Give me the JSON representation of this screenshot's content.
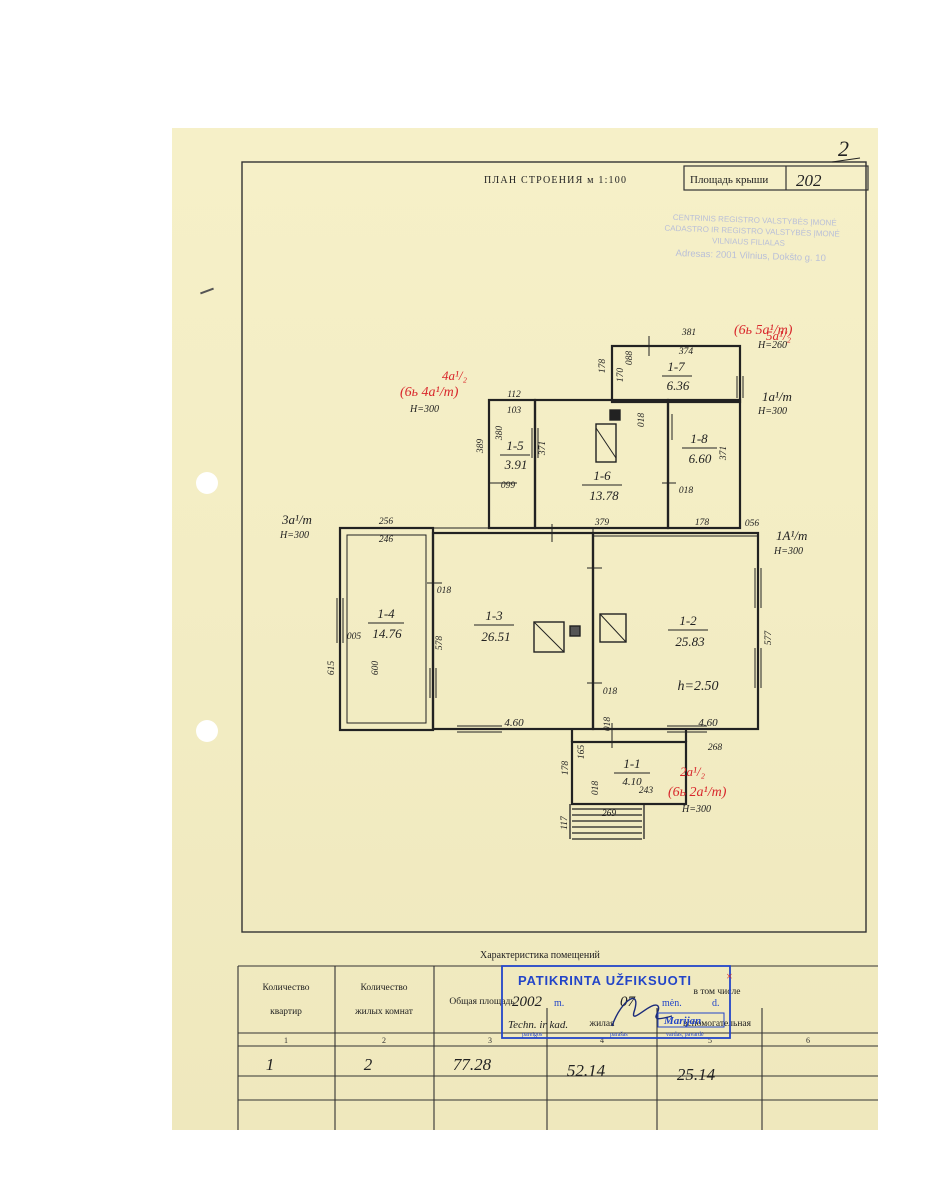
{
  "header": {
    "page_number": "2",
    "title": "ПЛАН СТРОЕНИЯ м 1:100",
    "roof_label": "Площадь крыши",
    "roof_value": "202"
  },
  "registry_stamp": {
    "line1": "CENTRINIS REGISTRO VALSTYBĖS ĮMONĖ",
    "line2": "CADASTRO IR REGISTRO VALSTYBĖS ĮMONĖ",
    "line3": "VILNIAUS FILIALAS",
    "line4": "Adresas: 2001 Vilnius, Dokšto g. 10"
  },
  "rooms": [
    {
      "id": "1-1",
      "area": "4.10"
    },
    {
      "id": "1-2",
      "area": "25.83"
    },
    {
      "id": "1-3",
      "area": "26.51"
    },
    {
      "id": "1-4",
      "area": "14.76"
    },
    {
      "id": "1-5",
      "area": "3.91"
    },
    {
      "id": "1-6",
      "area": "13.78"
    },
    {
      "id": "1-7",
      "area": "6.36"
    },
    {
      "id": "1-8",
      "area": "6.60"
    }
  ],
  "dimensions": {
    "d381": "381",
    "d374": "374",
    "d178a": "178",
    "d170": "170",
    "d088": "088",
    "d112": "112",
    "d103": "103",
    "d389": "389",
    "d380": "380",
    "d371a": "371",
    "d371b": "371",
    "d099": "099",
    "d018a": "018",
    "d018b": "018",
    "d379": "379",
    "d178b": "178",
    "d056": "056",
    "d256": "256",
    "d246": "246",
    "d018c": "018",
    "d615": "615",
    "d600": "600",
    "d005": "005",
    "d578": "578",
    "d577": "577",
    "d460a": "4.60",
    "d460b": "4.60",
    "d018d": "018",
    "d018e": "018",
    "d268": "268",
    "d178c": "178",
    "d165": "165",
    "d018f": "018",
    "d243": "243",
    "d269": "269",
    "d117": "117",
    "height": "h=2.50"
  },
  "annotations": [
    {
      "text": "5a¹/₂",
      "color": "red"
    },
    {
      "text": "(6ь 5a¹/m)",
      "color": "red"
    },
    {
      "text": "H=260",
      "color": "black"
    },
    {
      "text": "4a¹/₂",
      "color": "red"
    },
    {
      "text": "(6ь 4a¹/m)",
      "color": "red"
    },
    {
      "text": "H=300",
      "color": "black"
    },
    {
      "text": "1a¹/m",
      "color": "black"
    },
    {
      "text": "H=300",
      "color": "black"
    },
    {
      "text": "3a¹/m",
      "color": "black"
    },
    {
      "text": "H=300",
      "color": "black"
    },
    {
      "text": "1A¹/m",
      "color": "black"
    },
    {
      "text": "H=300",
      "color": "black"
    },
    {
      "text": "2a¹/₂",
      "color": "red"
    },
    {
      "text": "(6ь 2a¹/m)",
      "color": "red"
    },
    {
      "text": "H=300",
      "color": "black"
    }
  ],
  "characteristics": {
    "title": "Характеристика помещений",
    "columns": [
      {
        "num": "1",
        "label1": "Количество",
        "label2": "квартир"
      },
      {
        "num": "2",
        "label1": "Количество",
        "label2": "жилых комнат"
      },
      {
        "num": "3",
        "label1": "Общая площадь",
        "label2": ""
      },
      {
        "num": "4",
        "label1": "в том числе",
        "label2": "жилая"
      },
      {
        "num": "5",
        "label1": "",
        "label2": "вспомогательная"
      },
      {
        "num": "6",
        "label1": "",
        "label2": ""
      }
    ],
    "values": [
      "1",
      "2",
      "77.28",
      "52.14",
      "25.14",
      ""
    ]
  },
  "verification_stamp": {
    "title": "PATIKRINTA UŽFIKSUOTI",
    "year": "2002",
    "year_unit": "m.",
    "month": "07",
    "month_unit": "mėn.",
    "day": "d.",
    "role": "Techn. ir kad.",
    "name": "Marijan",
    "sub1": "pareigos",
    "sub2": "parašas",
    "sub3": "vardas, pavardė"
  },
  "colors": {
    "paper": "#f4eec6",
    "ink": "#222222",
    "red": "#d8262b",
    "blue": "#2345c8"
  }
}
